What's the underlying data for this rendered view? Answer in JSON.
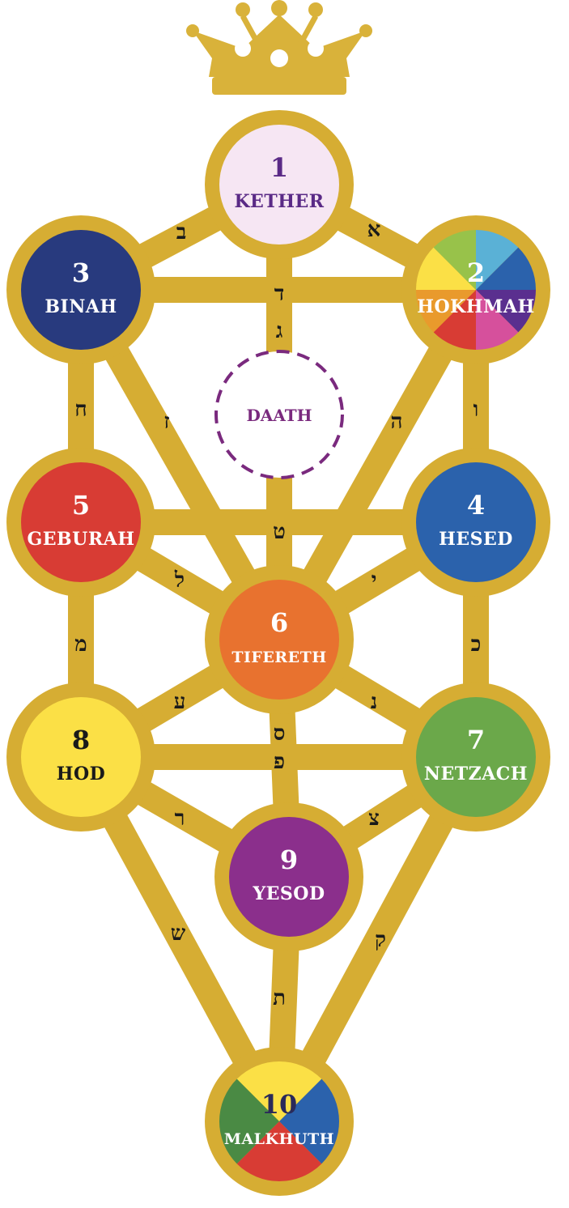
{
  "colors": {
    "gold": "#d6ad33",
    "gold_dark": "#c89c22",
    "crown": "#d9b23a"
  },
  "crown": {
    "icon": "crown-icon"
  },
  "sephiroth": [
    {
      "id": "kether",
      "number": "1",
      "name": "KETHER",
      "fill": "#f6e6f3",
      "text": "#5a2a86"
    },
    {
      "id": "hokhmah",
      "number": "2",
      "name": "HOKHMAH",
      "fill": "wheel",
      "text": "#ffffff"
    },
    {
      "id": "binah",
      "number": "3",
      "name": "BINAH",
      "fill": "#283a7e",
      "text": "#ffffff"
    },
    {
      "id": "hesed",
      "number": "4",
      "name": "HESED",
      "fill": "#2b62ac",
      "text": "#ffffff"
    },
    {
      "id": "geburah",
      "number": "5",
      "name": "GEBURAH",
      "fill": "#d83c34",
      "text": "#ffffff"
    },
    {
      "id": "tifereth",
      "number": "6",
      "name": "TIFERETH",
      "fill": "#e8722f",
      "text": "#ffffff"
    },
    {
      "id": "netzach",
      "number": "7",
      "name": "NETZACH",
      "fill": "#6ba84a",
      "text": "#ffffff"
    },
    {
      "id": "hod",
      "number": "8",
      "name": "HOD",
      "fill": "#fbe046",
      "text": "#1a1a1a"
    },
    {
      "id": "yesod",
      "number": "9",
      "name": "YESOD",
      "fill": "#8b2f8c",
      "text": "#ffffff"
    },
    {
      "id": "malkhuth",
      "number": "10",
      "name": "MALKHUTH",
      "fill": "quarters",
      "text": "#ffffff"
    }
  ],
  "daath": {
    "name": "DAATH"
  },
  "paths": [
    {
      "from": "kether",
      "to": "hokhmah",
      "letter": "א"
    },
    {
      "from": "kether",
      "to": "binah",
      "letter": "ב"
    },
    {
      "from": "kether",
      "to": "tifereth",
      "letter": "ג"
    },
    {
      "from": "hokhmah",
      "to": "binah",
      "letter": "ד"
    },
    {
      "from": "hokhmah",
      "to": "tifereth",
      "letter": "ה"
    },
    {
      "from": "hokhmah",
      "to": "hesed",
      "letter": "ו"
    },
    {
      "from": "binah",
      "to": "tifereth",
      "letter": "ז"
    },
    {
      "from": "binah",
      "to": "geburah",
      "letter": "ח"
    },
    {
      "from": "hesed",
      "to": "geburah",
      "letter": "ט"
    },
    {
      "from": "hesed",
      "to": "tifereth",
      "letter": "י"
    },
    {
      "from": "hesed",
      "to": "netzach",
      "letter": "כ"
    },
    {
      "from": "geburah",
      "to": "tifereth",
      "letter": "ל"
    },
    {
      "from": "geburah",
      "to": "hod",
      "letter": "מ"
    },
    {
      "from": "tifereth",
      "to": "netzach",
      "letter": "נ"
    },
    {
      "from": "tifereth",
      "to": "yesod",
      "letter": "ס"
    },
    {
      "from": "tifereth",
      "to": "hod",
      "letter": "ע"
    },
    {
      "from": "netzach",
      "to": "hod",
      "letter": "פ"
    },
    {
      "from": "netzach",
      "to": "yesod",
      "letter": "צ"
    },
    {
      "from": "netzach",
      "to": "malkhuth",
      "letter": "ק"
    },
    {
      "from": "hod",
      "to": "yesod",
      "letter": "ר"
    },
    {
      "from": "hod",
      "to": "malkhuth",
      "letter": "ש"
    },
    {
      "from": "yesod",
      "to": "malkhuth",
      "letter": "ת"
    }
  ],
  "wheel_colors": [
    "#5ab1d6",
    "#2b62ac",
    "#5a2f8f",
    "#d6509c",
    "#d83c34",
    "#e99a2c",
    "#fbe046",
    "#98c24a"
  ],
  "quarter_colors": {
    "top": "#fbe046",
    "right": "#2b62ac",
    "bottom": "#d83c34",
    "left": "#4a8a44"
  }
}
